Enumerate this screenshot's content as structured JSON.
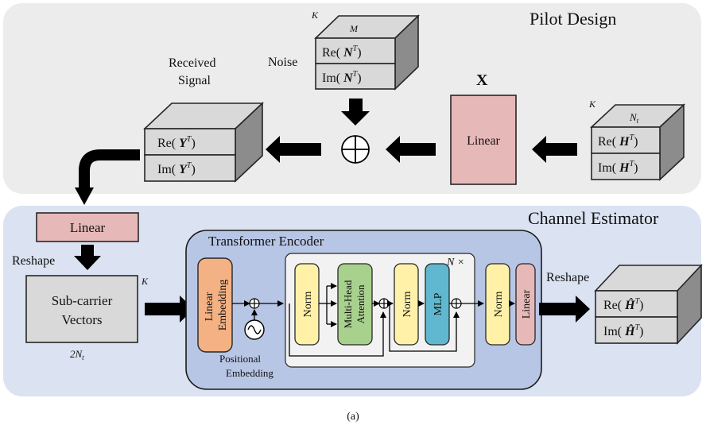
{
  "panels": {
    "pilot_design_title": "Pilot Design",
    "channel_estimator_title": "Channel Estimator"
  },
  "noise": {
    "label": "Noise",
    "k": "K",
    "m": "M",
    "re": "Re(",
    "im": "Im(",
    "sym": "N",
    "sup": "T",
    "close": ")"
  },
  "received": {
    "label_line1": "Received",
    "label_line2": "Signal",
    "re": "Re(",
    "im": "Im(",
    "sym": "Y",
    "sup": "T",
    "close": ")"
  },
  "channel_in": {
    "k": "K",
    "nt": "N",
    "nt_sub": "t",
    "re": "Re(",
    "im": "Im(",
    "sym": "H",
    "sup": "T",
    "close": ")"
  },
  "pilot": {
    "x_label": "X",
    "linear_label": "Linear"
  },
  "estimator": {
    "linear_label": "Linear",
    "reshape_left": "Reshape",
    "subcarrier_line1": "Sub-carrier",
    "subcarrier_line2": "Vectors",
    "k": "K",
    "two_nt": "2N",
    "two_nt_sub": "t",
    "encoder_title": "Transformer Encoder",
    "linear_embedding_line1": "Linear",
    "linear_embedding_line2": "Embedding",
    "positional_line1": "Positional",
    "positional_line2": "Embedding",
    "norm1": "Norm",
    "mha_line1": "Multi-Head",
    "mha_line2": "Attention",
    "norm2": "Norm",
    "mlp": "MLP",
    "repeat": "N ×",
    "norm3": "Norm",
    "linear_out": "Linear",
    "reshape_right": "Reshape"
  },
  "output": {
    "re": "Re(",
    "im": "Im(",
    "sym": "Ĥ",
    "sup": "T",
    "close": ")"
  },
  "caption": "(a)"
}
